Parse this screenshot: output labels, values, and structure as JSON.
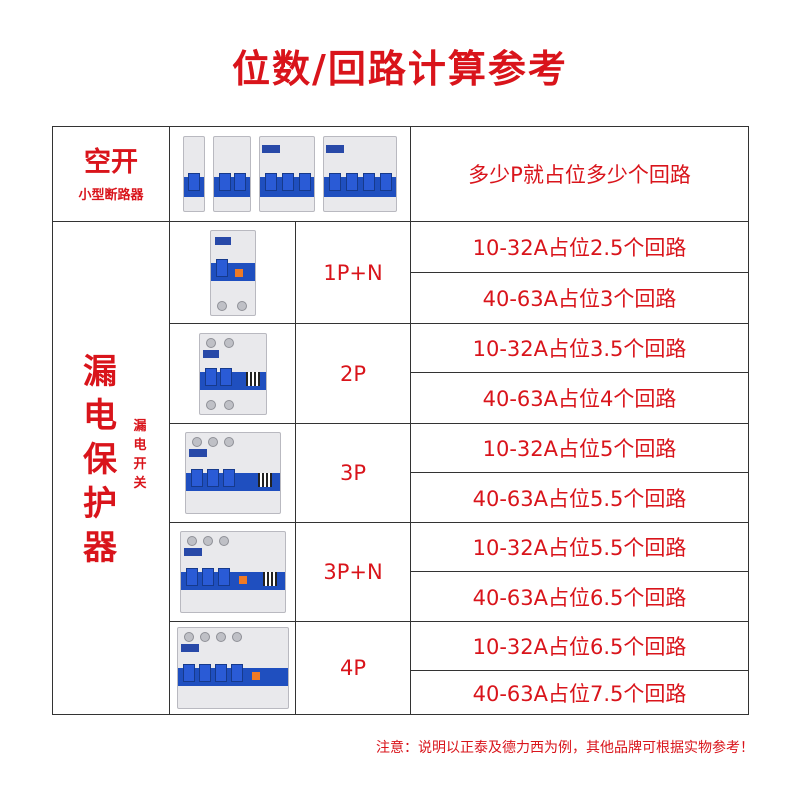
{
  "title": "位数/回路计算参考",
  "air_switch": {
    "name": "空开",
    "subname": "小型断路器",
    "rule": "多少P就占位多少个回路",
    "image_icon": "mini-circuit-breakers-1p-2p-3p-4p"
  },
  "rcd": {
    "name_chars": [
      "漏",
      "电",
      "保",
      "护",
      "器"
    ],
    "side_chars": [
      "漏",
      "电",
      "开",
      "关"
    ],
    "rows": [
      {
        "type": "1P+N",
        "low": "10-32A占位2.5个回路",
        "high": "40-63A占位3个回路",
        "icon": "rcbo-1p-n"
      },
      {
        "type": "2P",
        "low": "10-32A占位3.5个回路",
        "high": "40-63A占位4个回路",
        "icon": "rcbo-2p"
      },
      {
        "type": "3P",
        "low": "10-32A占位5个回路",
        "high": "40-63A占位5.5个回路",
        "icon": "rcbo-3p"
      },
      {
        "type": "3P+N",
        "low": "10-32A占位5.5个回路",
        "high": "40-63A占位6.5个回路",
        "icon": "rcbo-3p-n"
      },
      {
        "type": "4P",
        "low": "10-32A占位6.5个回路",
        "high": "40-63A占位7.5个回路",
        "icon": "rcbo-4p"
      }
    ]
  },
  "note": "注意：说明以正泰及德力西为例，其他品牌可根据实物参考！",
  "colors": {
    "accent": "#d9141b",
    "breaker_blue": "#1f4fbf",
    "border": "#333333"
  }
}
